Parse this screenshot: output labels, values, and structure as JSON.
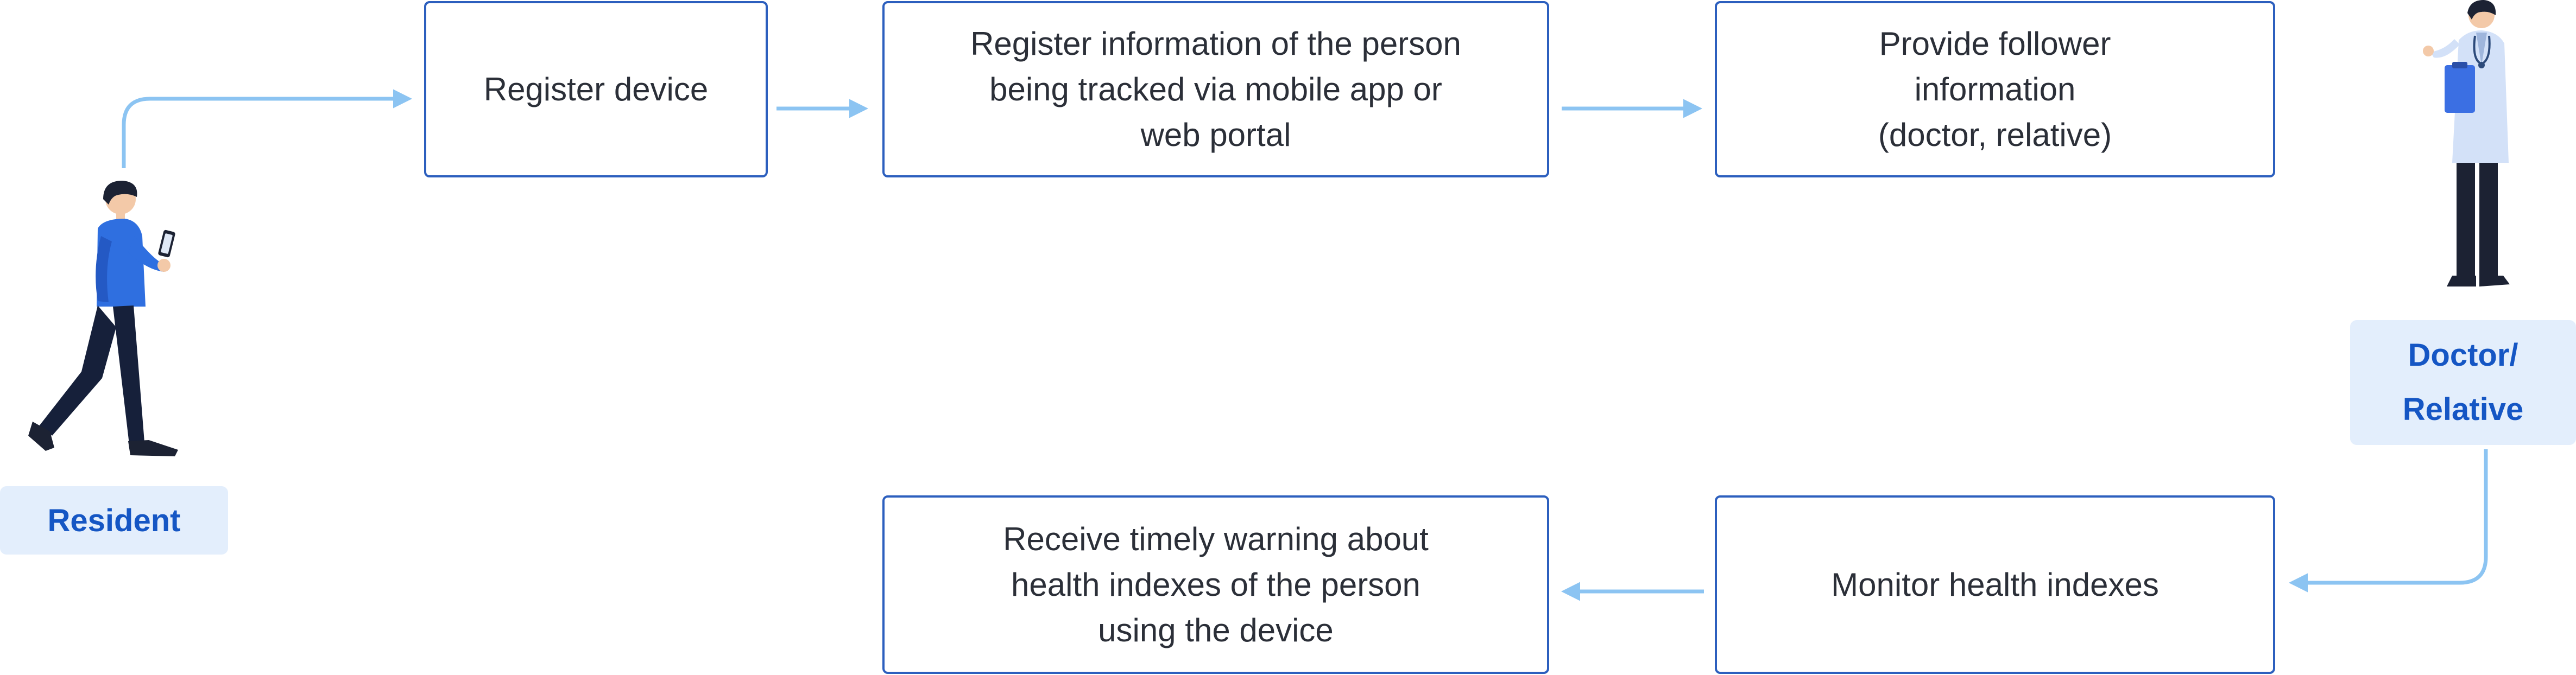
{
  "steps": {
    "register_device": "Register device",
    "register_info": "Register information of the person\nbeing tracked via mobile app or\nweb portal",
    "follower_info": "Provide follower\ninformation\n(doctor, relative)",
    "receive_warning": "Receive timely warning about\nhealth indexes of the person\nusing the device",
    "monitor": "Monitor health indexes"
  },
  "actors": {
    "resident": "Resident",
    "doctor": "Doctor/\nRelative"
  },
  "colors": {
    "box_border": "#2c5fbe",
    "arrow": "#8cc4f2",
    "badge_bg": "#e3eefc",
    "badge_text": "#1556c4",
    "text": "#2b2f38"
  },
  "icons": {
    "resident": "person-walking-with-phone",
    "doctor": "doctor-with-clipboard"
  }
}
